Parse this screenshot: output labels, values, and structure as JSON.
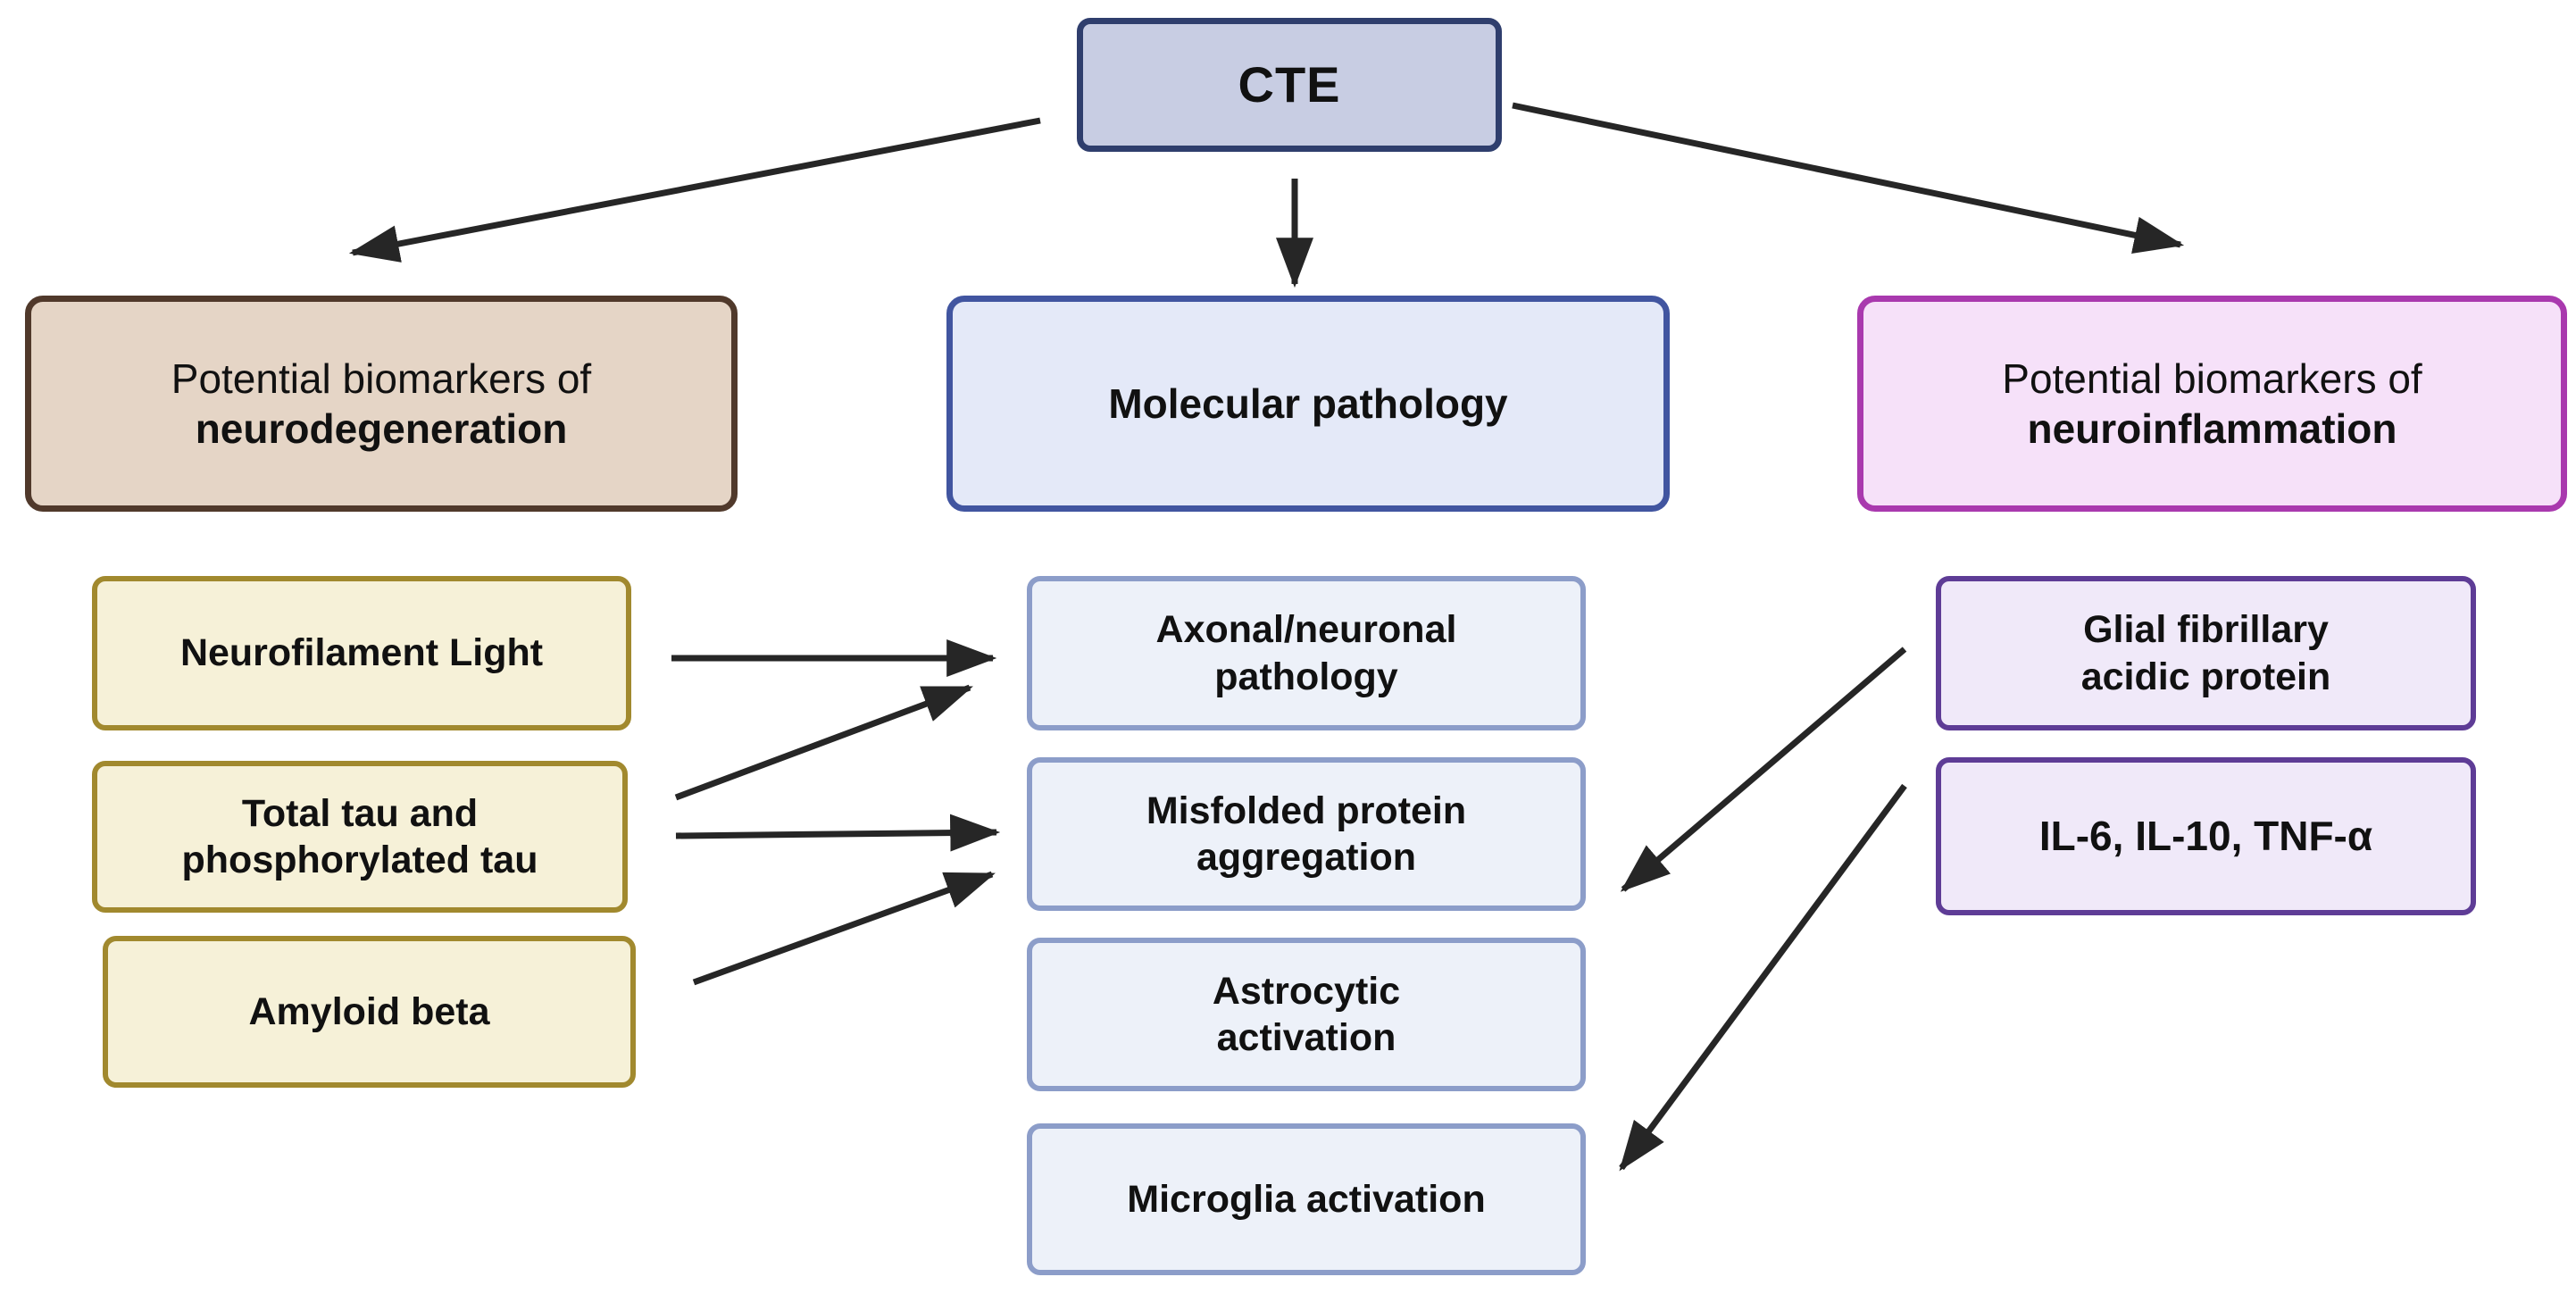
{
  "root": {
    "label": "CTE",
    "fill": "#c8cde3",
    "border": "#2f3e6d"
  },
  "columns": {
    "neurodegeneration": {
      "header": {
        "line1": "Potential biomarkers of",
        "line2": "neurodegeneration"
      },
      "colors": {
        "header_fill": "#e5d5c6",
        "header_border": "#50392b",
        "item_fill": "#f6f1d8",
        "item_border": "#a1892e"
      },
      "items": [
        {
          "label": "Neurofilament Light"
        },
        {
          "label": "Total tau and phosphorylated tau"
        },
        {
          "label": "Amyloid beta"
        }
      ]
    },
    "molecular_pathology": {
      "header": {
        "label": "Molecular pathology"
      },
      "colors": {
        "header_fill": "#e4e9f8",
        "header_border": "#4155a0",
        "item_fill": "#edf1f9",
        "item_border": "#8c9dc9"
      },
      "items": [
        {
          "label": "Axonal/neuronal pathology"
        },
        {
          "label": "Misfolded protein aggregation"
        },
        {
          "label": "Astrocytic activation"
        },
        {
          "label": "Microglia activation"
        }
      ]
    },
    "neuroinflammation": {
      "header": {
        "line1": "Potential biomarkers of",
        "line2": "neuroinflammation"
      },
      "colors": {
        "header_fill": "#f6e1f9",
        "header_border": "#a939ae",
        "item_fill": "#f0e9f9",
        "item_border": "#5e3c96"
      },
      "items": [
        {
          "label": "Glial fibrillary acidic protein"
        },
        {
          "label": "IL-6, IL-10, TNF-α"
        }
      ]
    }
  },
  "arrows": {
    "color": "#262626"
  },
  "connections": [
    {
      "from": "CTE",
      "to": "Potential biomarkers of neurodegeneration"
    },
    {
      "from": "CTE",
      "to": "Molecular pathology"
    },
    {
      "from": "CTE",
      "to": "Potential biomarkers of neuroinflammation"
    },
    {
      "from": "Neurofilament Light",
      "to": "Axonal/neuronal pathology"
    },
    {
      "from": "Total tau and phosphorylated tau",
      "to": "Axonal/neuronal pathology"
    },
    {
      "from": "Total tau and phosphorylated tau",
      "to": "Misfolded protein aggregation"
    },
    {
      "from": "Amyloid beta",
      "to": "Misfolded protein aggregation"
    },
    {
      "from": "Glial fibrillary acidic protein",
      "to": "Astrocytic activation"
    },
    {
      "from": "IL-6, IL-10, TNF-α",
      "to": "Microglia activation"
    }
  ]
}
